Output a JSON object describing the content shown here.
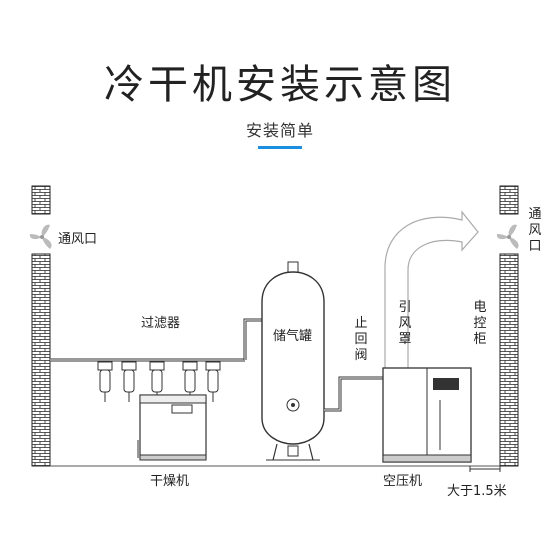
{
  "header": {
    "title": "冷干机安装示意图",
    "subtitle": "安装简单",
    "accent_color": "#1a8fe0"
  },
  "labels": {
    "vent_left": "通风口",
    "vent_right": "通风口",
    "filter": "过滤器",
    "tank": "储气罐",
    "check_valve": "止回阀",
    "fan_hood": "引风罩",
    "control_cabinet": "电控柜",
    "dryer": "干燥机",
    "compressor": "空压机",
    "distance": "大于1.5米"
  },
  "icons": [
    "fan-icon",
    "brick-wall",
    "arrow-icon"
  ]
}
